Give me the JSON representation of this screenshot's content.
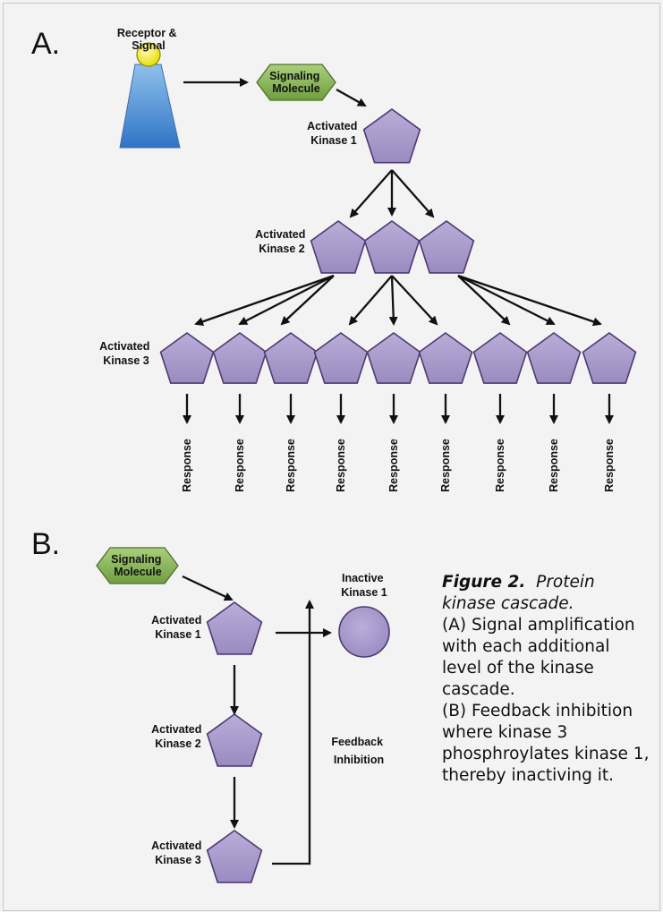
{
  "panel_a": {
    "letter": "A.",
    "receptor_label": [
      "Receptor &",
      "Signal"
    ],
    "signaling_molecule": [
      "Signaling",
      "Molecule"
    ],
    "kinase1_label": [
      "Activated",
      "Kinase 1"
    ],
    "kinase2_label": [
      "Activated",
      "Kinase 2"
    ],
    "kinase3_label": [
      "Activated",
      "Kinase 3"
    ],
    "response_label": "Response"
  },
  "panel_b": {
    "letter": "B.",
    "signaling_molecule": [
      "Signaling",
      "Molecule"
    ],
    "kinase1_label": [
      "Activated",
      "Kinase 1"
    ],
    "kinase2_label": [
      "Activated",
      "Kinase 2"
    ],
    "kinase3_label": [
      "Activated",
      "Kinase 3"
    ],
    "inactive_label": [
      "Inactive",
      "Kinase 1"
    ],
    "feedback_label": [
      "Feedback",
      "Inhibition"
    ]
  },
  "caption": {
    "figure_label": "Figure 2.",
    "title": "Protein kinase cascade.",
    "text_a": "(A) Signal amplification with each additional level of the kinase cascade.",
    "text_b": "(B) Feedback inhibition where kinase 3 phosphroylates kinase 1, thereby inactiving it."
  },
  "colors": {
    "kinase_fill": "#a99bcc",
    "kinase_stroke": "#4e3a72",
    "signaling_fill": "#8cba5a",
    "receptor_fill": "#4b8fd6",
    "signal_fill": "#f3ea1f"
  }
}
